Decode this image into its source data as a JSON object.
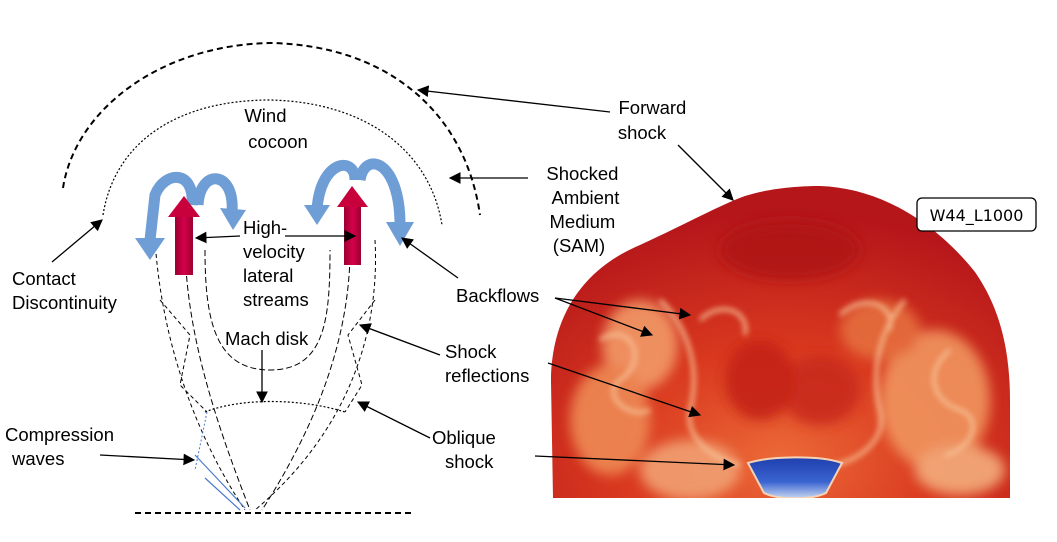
{
  "labels": {
    "forward_shock": [
      "Forward",
      "shock"
    ],
    "wind_cocoon": [
      "Wind",
      "cocoon"
    ],
    "shocked_ambient_medium": [
      "Shocked",
      "Ambient",
      "Medium",
      "(SAM)"
    ],
    "contact_discontinuity": [
      "Contact",
      "Discontinuity"
    ],
    "lateral_streams": [
      "High-",
      "velocity",
      "lateral",
      "streams"
    ],
    "backflows": "Backflows",
    "mach_disk": "Mach disk",
    "shock_reflections": [
      "Shock",
      "reflections"
    ],
    "compression_waves": [
      "Compression",
      "waves"
    ],
    "oblique_shock": [
      "Oblique",
      "shock"
    ]
  },
  "simulation_tag": "W44_L1000",
  "colors": {
    "upstream_arrow": "#c8003c",
    "backflow_arrow": "#6f9ed6",
    "backflow_arrow_dark": "#4a6d96",
    "sim_deep_red": "#b5161a",
    "sim_orange": "#e6532a",
    "sim_pale": "#f6b58a",
    "jet_core_blue": "#2b52c4"
  },
  "icons": [
    "upward-arrow-icon",
    "curved-backflow-arrow-icon"
  ]
}
